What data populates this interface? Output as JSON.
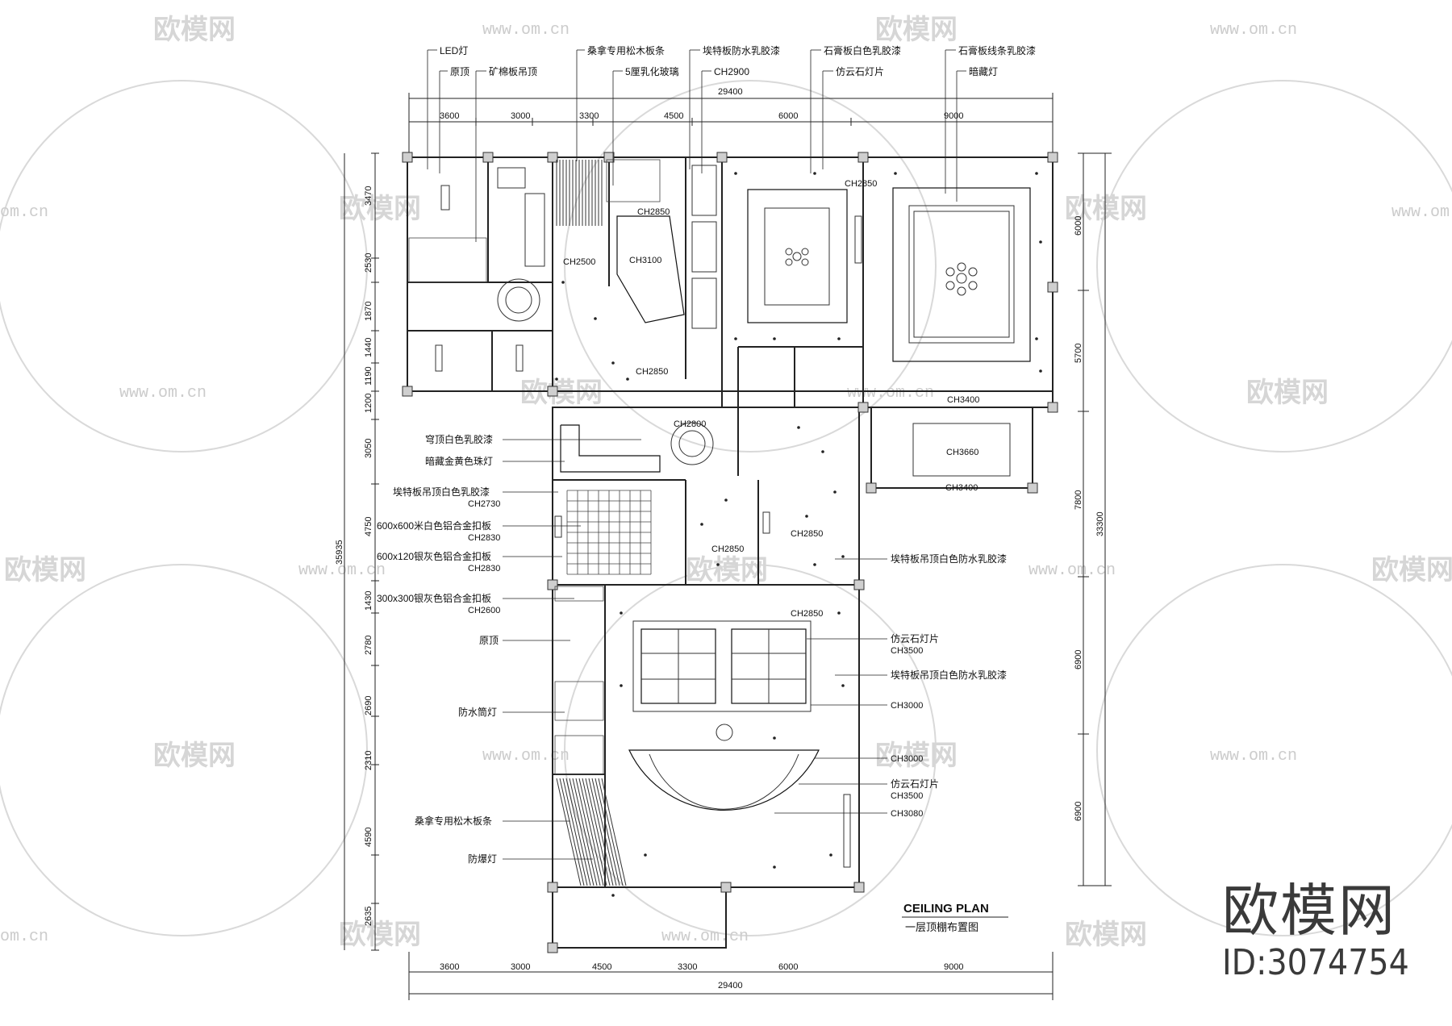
{
  "watermark": {
    "brand": "欧模网",
    "url": "www.om.cn",
    "url_short": "om.cn",
    "id_text": "ID:3074754"
  },
  "title": {
    "en": "CEILING PLAN",
    "cn": "一层顶棚布置图"
  },
  "top_callouts": [
    "LED灯",
    "原顶",
    "矿棉板吊顶",
    "桑拿专用松木板条",
    "5厘乳化玻璃",
    "埃特板防水乳胶漆",
    "CH2900",
    "石膏板白色乳胶漆",
    "仿云石灯片",
    "石膏板线条乳胶漆",
    "暗藏灯"
  ],
  "left_callouts": [
    {
      "label": "穹顶白色乳胶漆",
      "ch": ""
    },
    {
      "label": "暗藏金黄色珠灯",
      "ch": ""
    },
    {
      "label": "埃特板吊顶白色乳胶漆",
      "ch": "CH2730"
    },
    {
      "label": "600x600米白色铝合金扣板",
      "ch": "CH2830"
    },
    {
      "label": "600x120银灰色铝合金扣板",
      "ch": "CH2830"
    },
    {
      "label": "300x300银灰色铝合金扣板",
      "ch": "CH2600"
    },
    {
      "label": "原顶",
      "ch": ""
    },
    {
      "label": "防水筒灯",
      "ch": ""
    },
    {
      "label": "桑拿专用松木板条",
      "ch": ""
    },
    {
      "label": "防爆灯",
      "ch": ""
    }
  ],
  "right_callouts": [
    {
      "label": "埃特板吊顶白色防水乳胶漆",
      "ch": ""
    },
    {
      "label": "仿云石灯片",
      "ch": "CH3500"
    },
    {
      "label": "埃特板吊顶白色防水乳胶漆",
      "ch": ""
    },
    {
      "label": "",
      "ch": "CH3000"
    },
    {
      "label": "",
      "ch": "CH3000"
    },
    {
      "label": "仿云石灯片",
      "ch": "CH3500"
    },
    {
      "label": "",
      "ch": "CH3080"
    }
  ],
  "room_heights": [
    "CH2850",
    "CH2850",
    "CH3100",
    "CH2500",
    "CH2850",
    "CH3400",
    "CH2800",
    "CH3660",
    "CH3400",
    "CH2850",
    "CH2850",
    "CH2850"
  ],
  "dims_top": {
    "total": "29400",
    "segments": [
      "3600",
      "3000",
      "3300",
      "4500",
      "6000",
      "9000"
    ]
  },
  "dims_bottom": {
    "total": "29400",
    "segments": [
      "3600",
      "3000",
      "4500",
      "3300",
      "6000",
      "9000"
    ]
  },
  "dims_left": {
    "total": "35935",
    "segments": [
      "3470",
      "2530",
      "1870",
      "1440",
      "1190",
      "1200",
      "3050",
      "4750",
      "1430",
      "2780",
      "2690",
      "2310",
      "4590",
      "2635"
    ]
  },
  "dims_right": {
    "total": "33300",
    "segments": [
      "6000",
      "5700",
      "7800",
      "6900",
      "6900"
    ]
  }
}
